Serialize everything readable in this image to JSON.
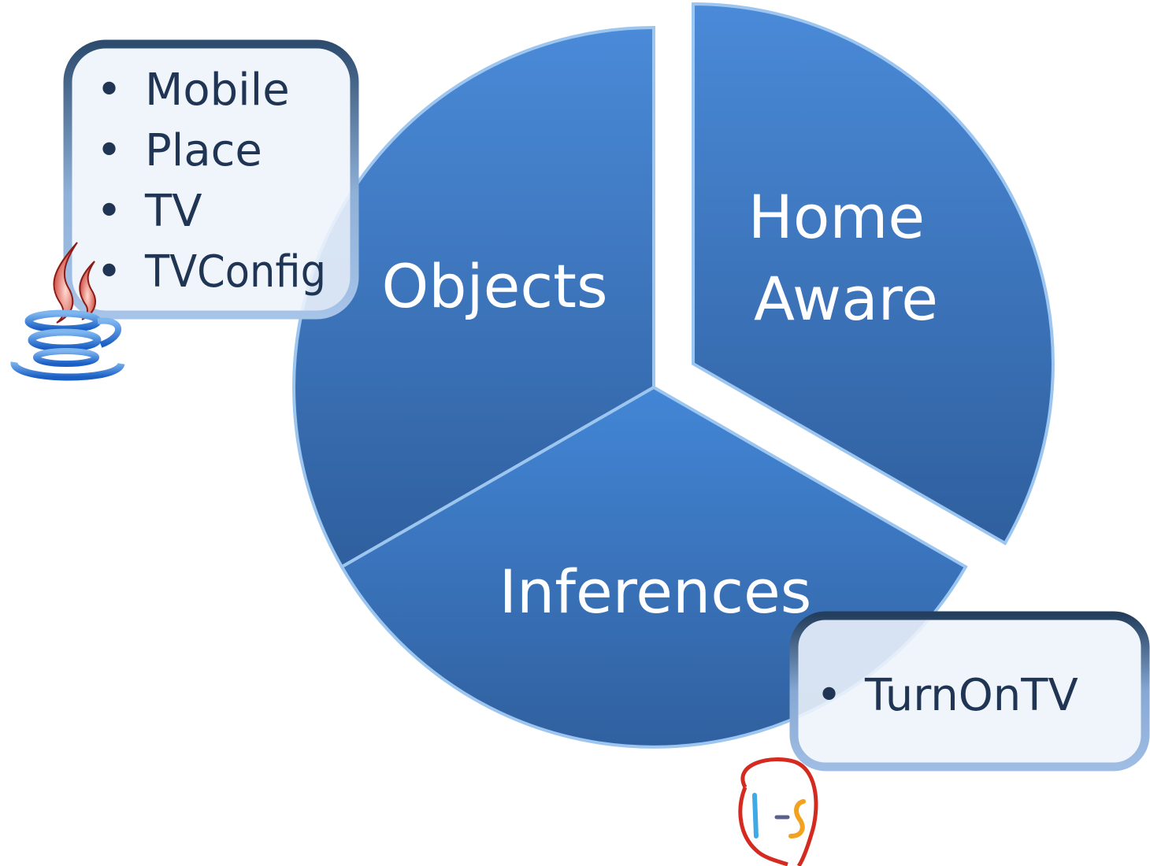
{
  "diagram": {
    "segments": [
      {
        "id": "objects",
        "label_lines": [
          "Objects"
        ]
      },
      {
        "id": "home-aware",
        "label_lines": [
          "Home",
          "Aware"
        ]
      },
      {
        "id": "inferences",
        "label_lines": [
          "Inferences"
        ]
      }
    ],
    "callouts": {
      "objects": {
        "items": [
          "Mobile",
          "Place",
          "TV",
          "TVConfig"
        ]
      },
      "inferences": {
        "items": [
          "TurnOnTV"
        ]
      }
    },
    "icons": {
      "objects": "java-coffee-cup-icon",
      "inferences": "jess-face-icon"
    },
    "colors": {
      "segment_fill_top": "#4a8ad8",
      "segment_fill_bottom": "#2f5f9e",
      "segment_rim": "#9cc6ef",
      "callout_fill": "#eef4fc",
      "callout_border_top": "#2d4c6e",
      "callout_border_bottom": "#a6c3e8",
      "label_text": "#ffffff",
      "callout_text": "#1f3553"
    }
  }
}
